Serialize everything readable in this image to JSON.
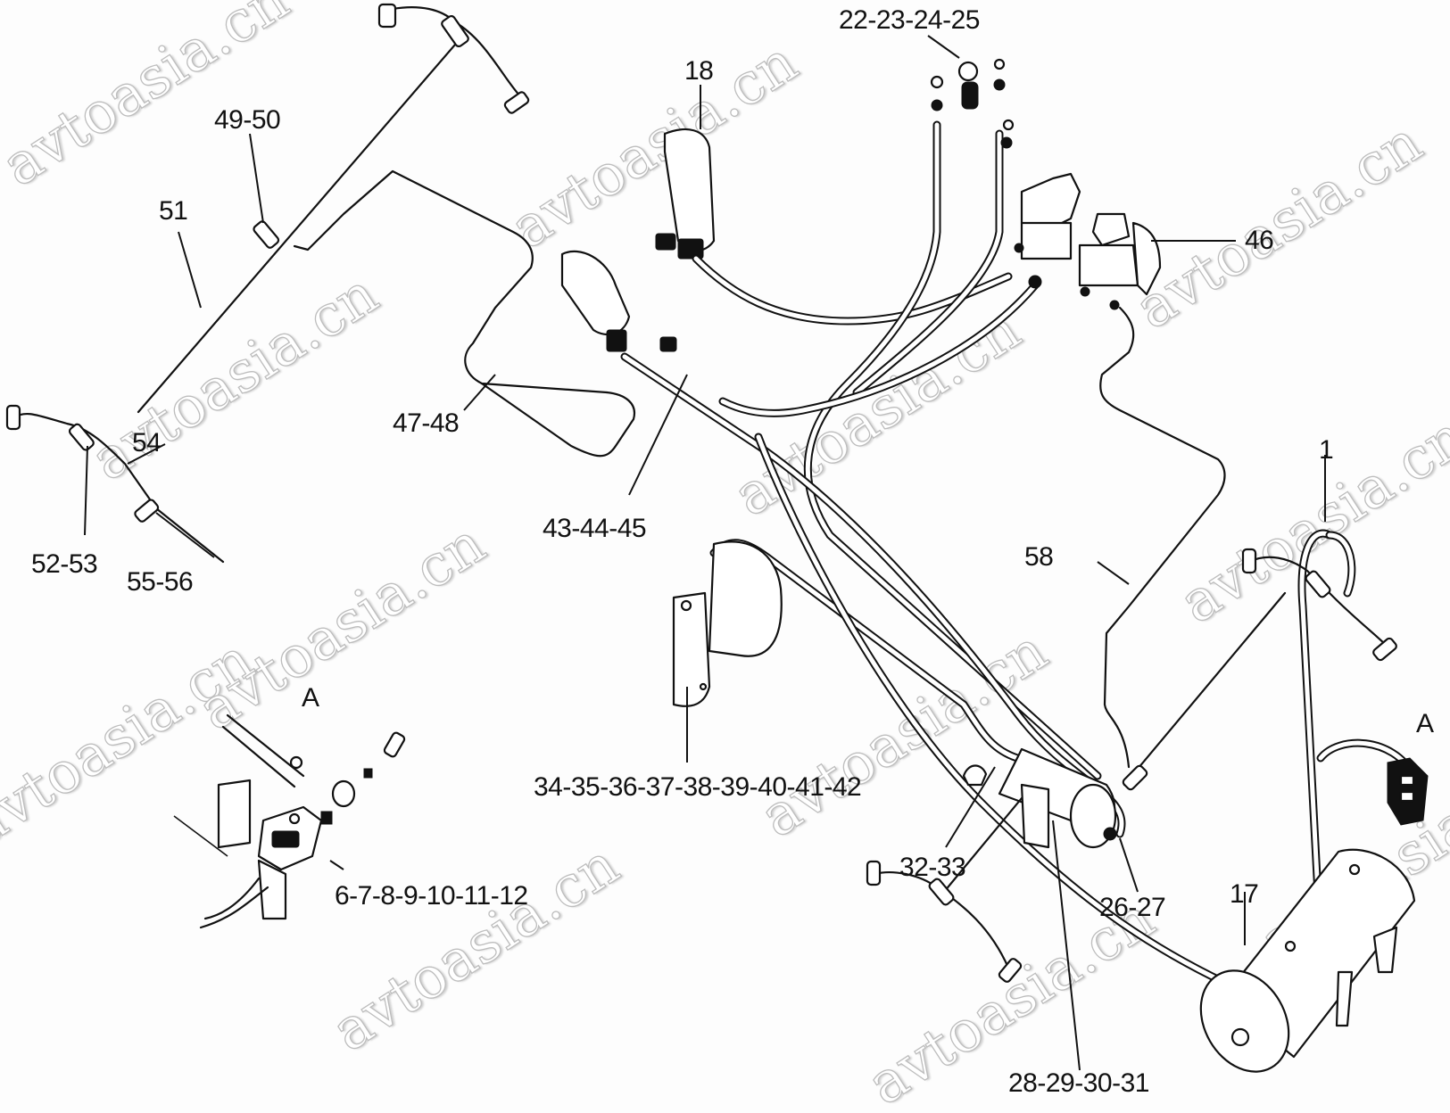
{
  "diagram": {
    "type": "exploded parts diagram",
    "subject": "air brake piping / hose layout",
    "watermark": "avtoasia.cn",
    "callouts": [
      {
        "id": "22-23-24-25",
        "label": "22-23-24-25"
      },
      {
        "id": "18",
        "label": "18"
      },
      {
        "id": "49-50",
        "label": "49-50"
      },
      {
        "id": "51",
        "label": "51"
      },
      {
        "id": "46",
        "label": "46"
      },
      {
        "id": "47-48",
        "label": "47-48"
      },
      {
        "id": "54",
        "label": "54"
      },
      {
        "id": "52-53",
        "label": "52-53"
      },
      {
        "id": "55-56",
        "label": "55-56"
      },
      {
        "id": "43-44-45",
        "label": "43-44-45"
      },
      {
        "id": "1",
        "label": "1"
      },
      {
        "id": "58",
        "label": "58"
      },
      {
        "id": "A-left",
        "label": "A"
      },
      {
        "id": "A-right",
        "label": "A"
      },
      {
        "id": "34-42",
        "label": "34-35-36-37-38-39-40-41-42"
      },
      {
        "id": "6-12",
        "label": "6-7-8-9-10-11-12"
      },
      {
        "id": "32-33",
        "label": "32-33"
      },
      {
        "id": "26-27",
        "label": "26-27"
      },
      {
        "id": "17",
        "label": "17"
      },
      {
        "id": "28-31",
        "label": "28-29-30-31"
      }
    ]
  }
}
